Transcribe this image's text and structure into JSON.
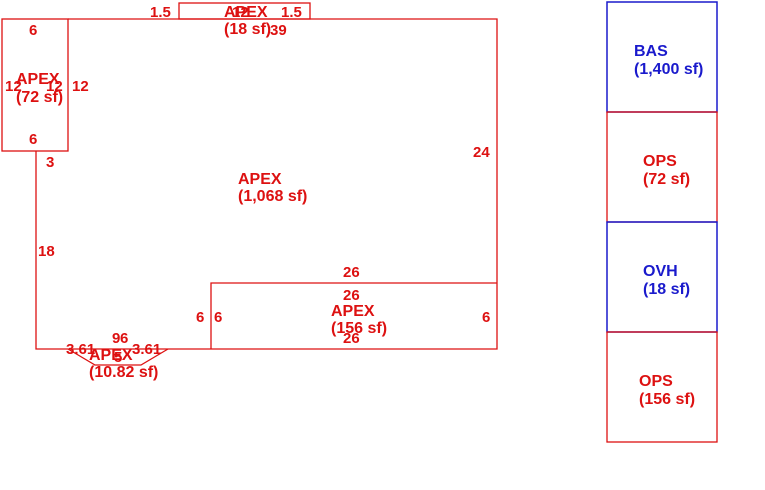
{
  "colors": {
    "area": "#dd1111",
    "base": "#1a1acc"
  },
  "areas": {
    "main": {
      "name": "APEX",
      "size": "(1,068 sf)"
    },
    "left": {
      "name": "APEX",
      "size": "(72 sf)"
    },
    "top": {
      "name": "APEX",
      "size": "(18 sf)"
    },
    "lower": {
      "name": "APEX",
      "size": "(156 sf)"
    },
    "bay": {
      "name": "APEX",
      "size": "(10.82 sf)"
    }
  },
  "dims": {
    "top_left_offset": "1.5",
    "top_right_offset": "1.5",
    "top_width": "12",
    "top_len": "39",
    "left_top": "6",
    "left_left": "12",
    "left_inner": "12",
    "left_right": "12",
    "left_bottom": "6",
    "left_gap": "3",
    "main_right": "24",
    "main_left_lower": "18",
    "lower_top": "26",
    "lower_inner_top": "26",
    "lower_left_outer": "6",
    "lower_left_inner": "6",
    "lower_right": "6",
    "lower_bottom": "26",
    "bay_left": "3.61",
    "bay_top": "9",
    "bay_top2": "6",
    "bay_right": "3.61",
    "bay_bottom": "5"
  },
  "legend": [
    {
      "code": "BAS",
      "size": "(1,400 sf)",
      "color": "#1a1acc"
    },
    {
      "code": "OPS",
      "size": "(72 sf)",
      "color": "#dd1111"
    },
    {
      "code": "OVH",
      "size": "(18 sf)",
      "color": "#1a1acc"
    },
    {
      "code": "OPS",
      "size": "(156 sf)",
      "color": "#dd1111"
    }
  ]
}
